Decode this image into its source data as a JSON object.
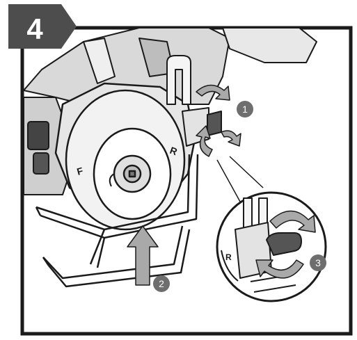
{
  "step": {
    "number": "4"
  },
  "callouts": [
    {
      "label": "1"
    },
    {
      "label": "2"
    },
    {
      "label": "3"
    }
  ],
  "blade_marks": {
    "forward": "F",
    "reverse": "R",
    "detail_reverse": "R"
  },
  "colors": {
    "frame": "#1a1a1a",
    "tab": "#4d4d4d",
    "tab_text": "#ffffff",
    "tool_gray": "#d7d7d7",
    "arrow_gray": "#a9a9a9",
    "callout": "#6e6e6e"
  }
}
